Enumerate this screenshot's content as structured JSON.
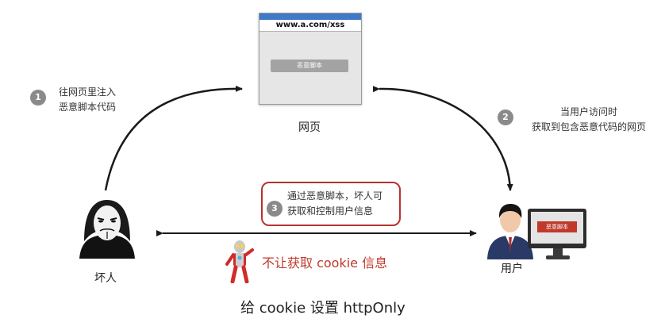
{
  "webpage": {
    "url": "www.a.com/xss",
    "script_button": "恶意脚本",
    "caption": "网页"
  },
  "steps": [
    {
      "num": "1",
      "lines": [
        "往网页里注入",
        "恶意脚本代码"
      ]
    },
    {
      "num": "2",
      "lines": [
        "当用户访问时",
        "获取到包含恶意代码的网页"
      ]
    },
    {
      "num": "3",
      "lines": [
        "通过恶意脚本，坏人可",
        "获取和控制用户信息"
      ]
    }
  ],
  "attacker": {
    "label": "坏人"
  },
  "user": {
    "label": "用户",
    "screen_button": "恶意脚本"
  },
  "warning": "不让获取 cookie 信息",
  "fix": "给 cookie 设置 httpOnly",
  "colors": {
    "accent": "#c0392b",
    "browser_bar": "#3f79c7",
    "arrow": "#1a1a1a"
  }
}
